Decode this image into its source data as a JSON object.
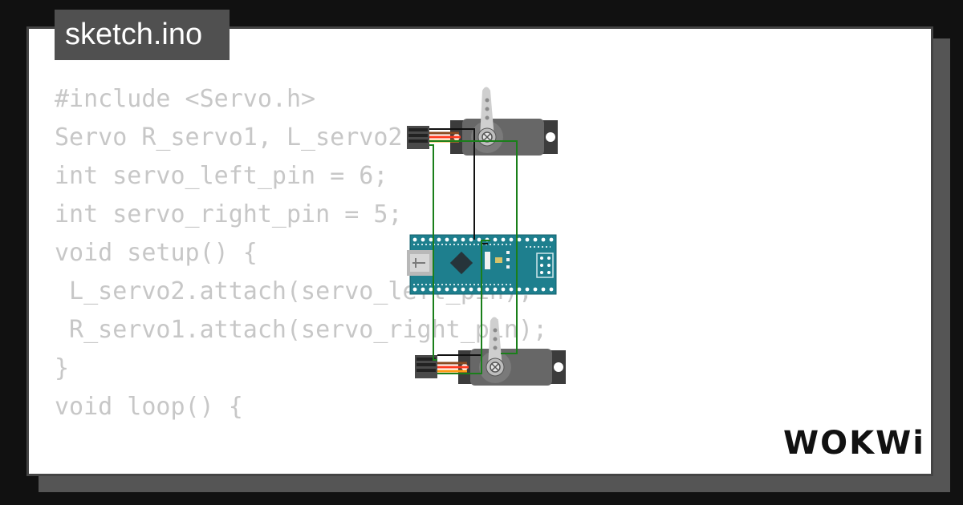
{
  "file_tab": {
    "label": "sketch.ino"
  },
  "code_lines": [
    "#include <Servo.h>",
    "Servo R_servo1, L_servo2;",
    "int servo_left_pin = 6;",
    "int servo_right_pin = 5;",
    "void setup() {",
    " L_servo2.attach(servo_left_pin);",
    " R_servo1.attach(servo_right_pin);",
    "}",
    "void loop() {"
  ],
  "brand": {
    "logo_text": "WOKWi"
  },
  "colors": {
    "background": "#111111",
    "card": "#ffffff",
    "tab": "#505050",
    "code_text": "#c7c7c7",
    "board": "#1e7f8e",
    "servo_body": "#5f5f5f",
    "wire_green": "#1a7f1a",
    "wire_black": "#111111"
  },
  "circuit": {
    "components": [
      "servo-top",
      "servo-bottom",
      "arduino-nano"
    ],
    "icons": [
      "usb-icon",
      "chip-icon"
    ]
  }
}
